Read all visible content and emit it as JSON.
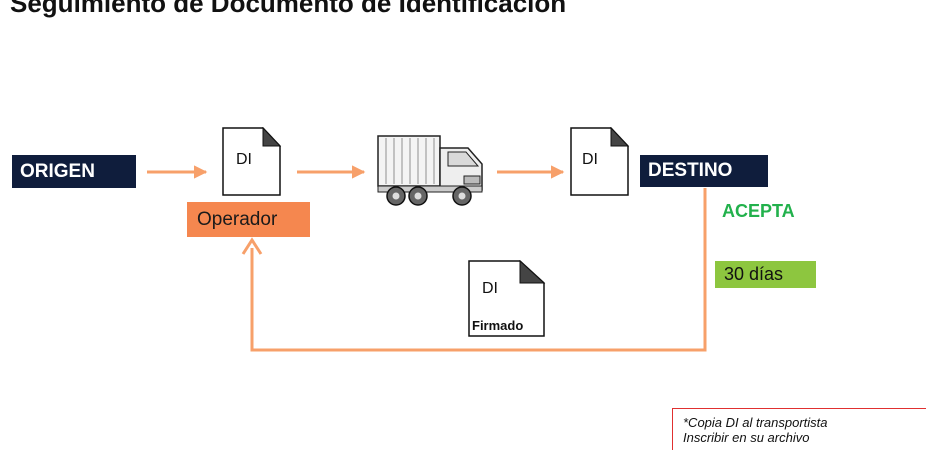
{
  "header": {
    "title": "Seguimiento de Documento de Identificación"
  },
  "flow": {
    "origin_label": "ORIGEN",
    "destination_label": "DESTINO",
    "operator_label": "Operador",
    "status_label": "ACEPTA",
    "days_label": "30 días"
  },
  "documents": {
    "doc1_label": "DI",
    "doc2_label": "DI",
    "signed_doc_label": "DI",
    "signed_doc_caption": "Firmado"
  },
  "note": {
    "line1": "*Copia DI al transportista",
    "line2": "Inscribir en su archivo"
  },
  "colors": {
    "navy": "#0f1d3c",
    "orange": "#f5874f",
    "arrow": "#f7a06a",
    "green_text": "#22b14c",
    "green_box": "#8dc63f",
    "note_border": "#e03030"
  },
  "icons": [
    "document-icon",
    "truck-icon",
    "arrow-right-icon",
    "arrow-up-icon"
  ]
}
